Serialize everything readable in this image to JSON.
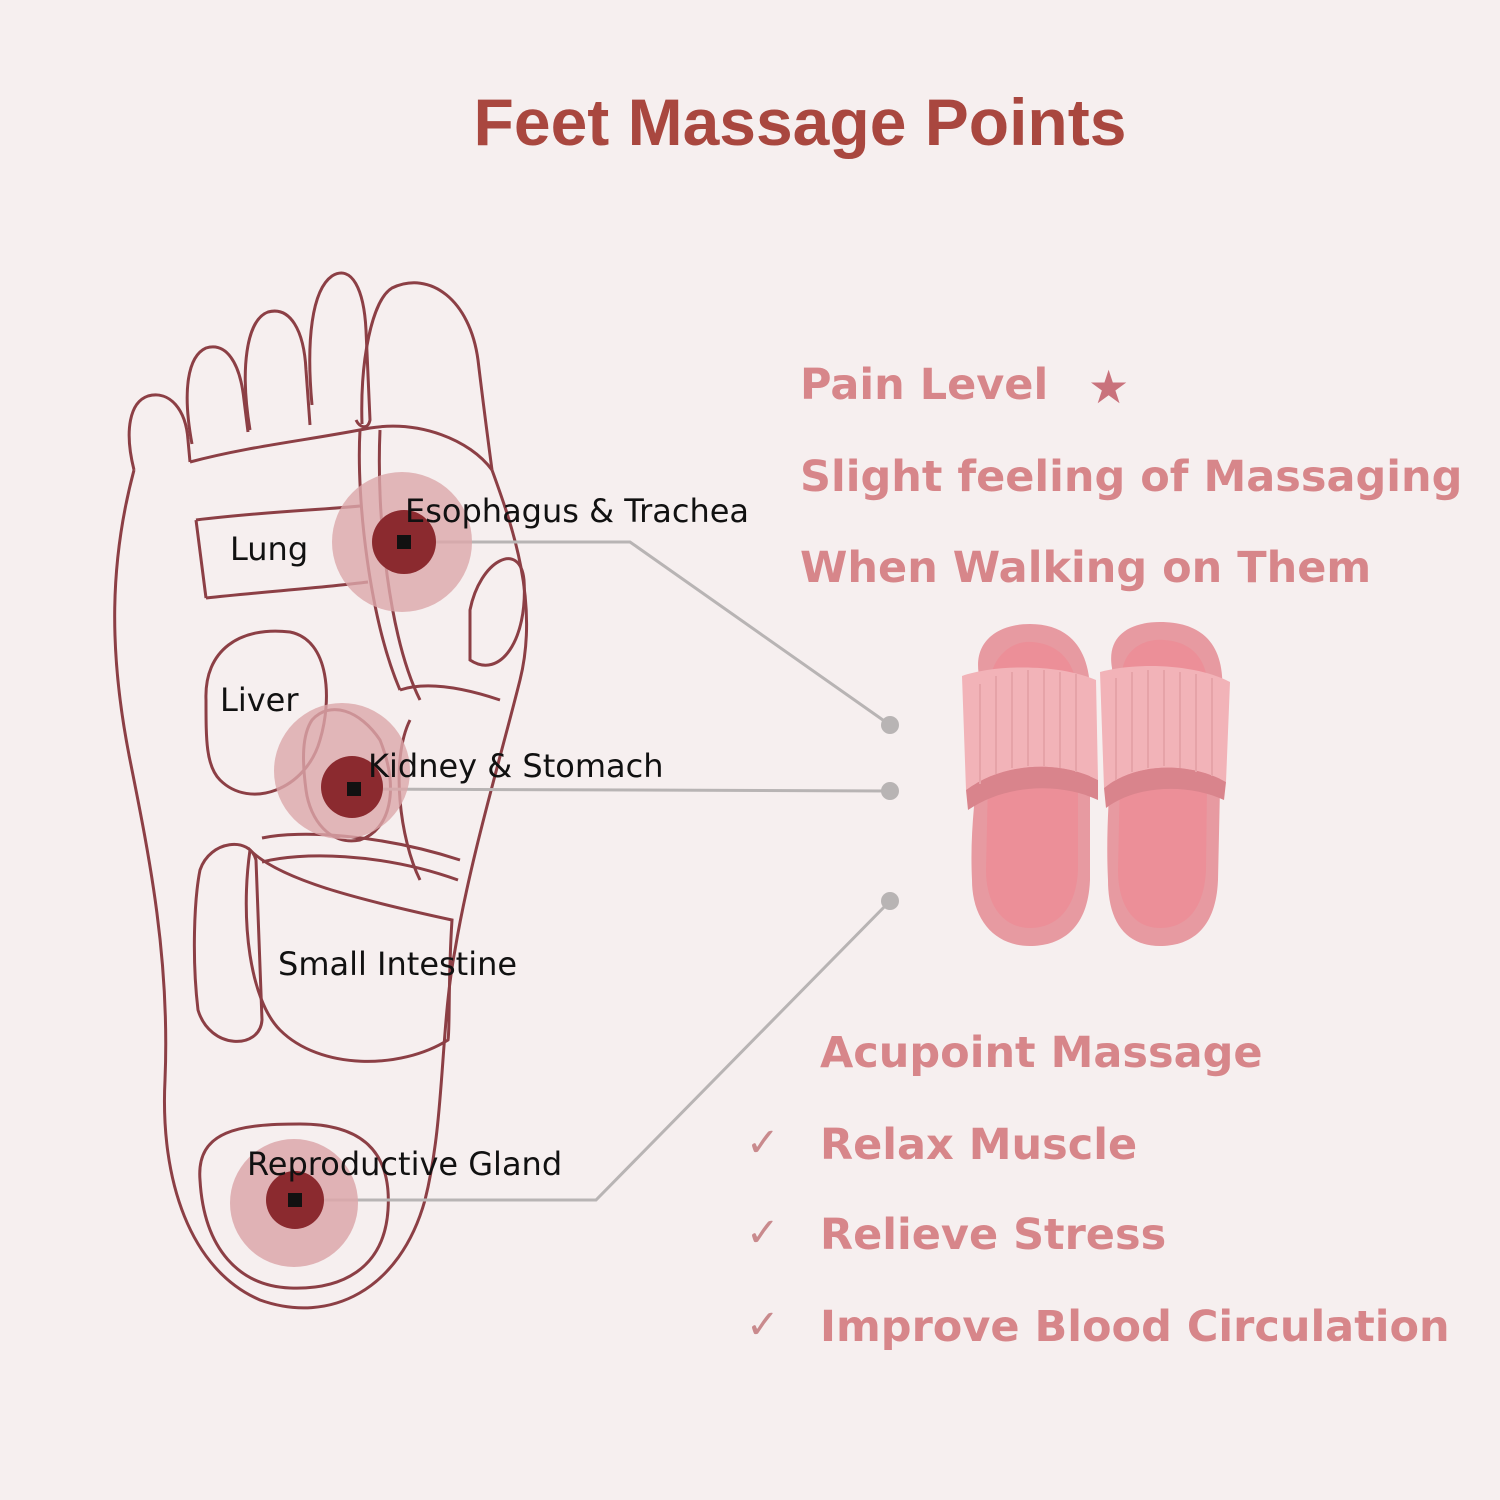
{
  "title": "Feet Massage Points",
  "pain": {
    "label": "Pain Level",
    "star_icon": "★",
    "line1": "Slight feeling of Massaging",
    "line2": "When Walking on Them"
  },
  "regions": {
    "esophagus": "Esophagus & Trachea",
    "lung": "Lung",
    "liver": "Liver",
    "kidney": "Kidney & Stomach",
    "intestine": "Small Intestine",
    "gland": "Reproductive Gland"
  },
  "benefits": {
    "heading": "Acupoint Massage",
    "check_icon": "✓",
    "items": [
      "Relax Muscle",
      "Relieve Stress",
      "Improve Blood Circulation"
    ]
  },
  "colors": {
    "outline": "#8c3f45",
    "hotspot_outer": "#dca7aa",
    "hotspot_inner": "#8b2a2f",
    "leader": "#b8b4b4",
    "slipper": "#e79aa1",
    "title": "#a9473f",
    "accent_text": "#d7868a"
  }
}
